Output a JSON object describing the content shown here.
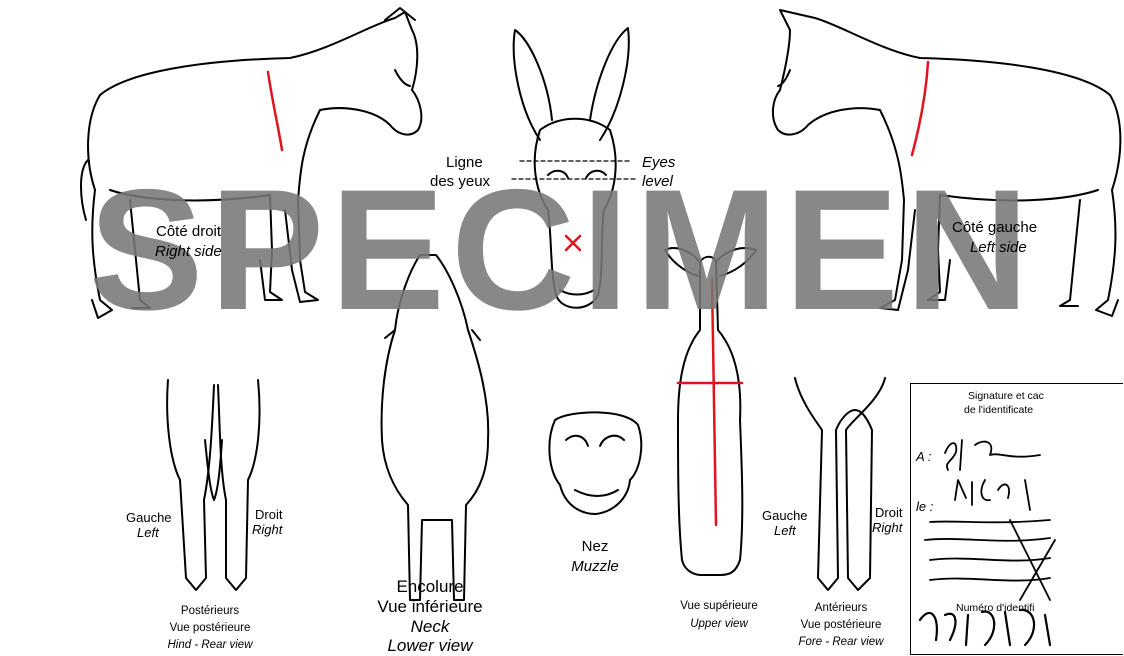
{
  "views": {
    "right_side": {
      "fr": "Côté droit",
      "en": "Right side"
    },
    "left_side": {
      "fr": "Côté gauche",
      "en": "Left side"
    },
    "eyes": {
      "fr_line1": "Ligne",
      "fr_line2": "des yeux",
      "en_line1": "Eyes",
      "en_line2": "level"
    },
    "neck": {
      "fr1": "Encolure",
      "fr2": "Vue inférieure",
      "en1": "Neck",
      "en2": "Lower view"
    },
    "muzzle": {
      "fr": "Nez",
      "en": "Muzzle"
    },
    "upper": {
      "fr": "Vue supérieure",
      "en": "Upper view"
    },
    "hind": {
      "left_fr": "Gauche",
      "left_en": "Left",
      "right_fr": "Droit",
      "right_en": "Right",
      "title1": "Postérieurs",
      "title2": "Vue postérieure",
      "title3": "Hind - Rear view"
    },
    "fore": {
      "left_fr": "Gauche",
      "left_en": "Left",
      "right_fr": "Droit",
      "right_en": "Right",
      "title1": "Antérieurs",
      "title2": "Vue postérieure",
      "title3": "Fore - Rear view"
    }
  },
  "watermark": "SPECIMEN",
  "signature": {
    "title1": "Signature et cac",
    "title2": "de l'identificate",
    "place_label": "A :",
    "date_label": "le :",
    "number_label": "Numéro d'identifi"
  },
  "colors": {
    "marking": "#e0141e",
    "watermark": "#7a7a7a"
  }
}
